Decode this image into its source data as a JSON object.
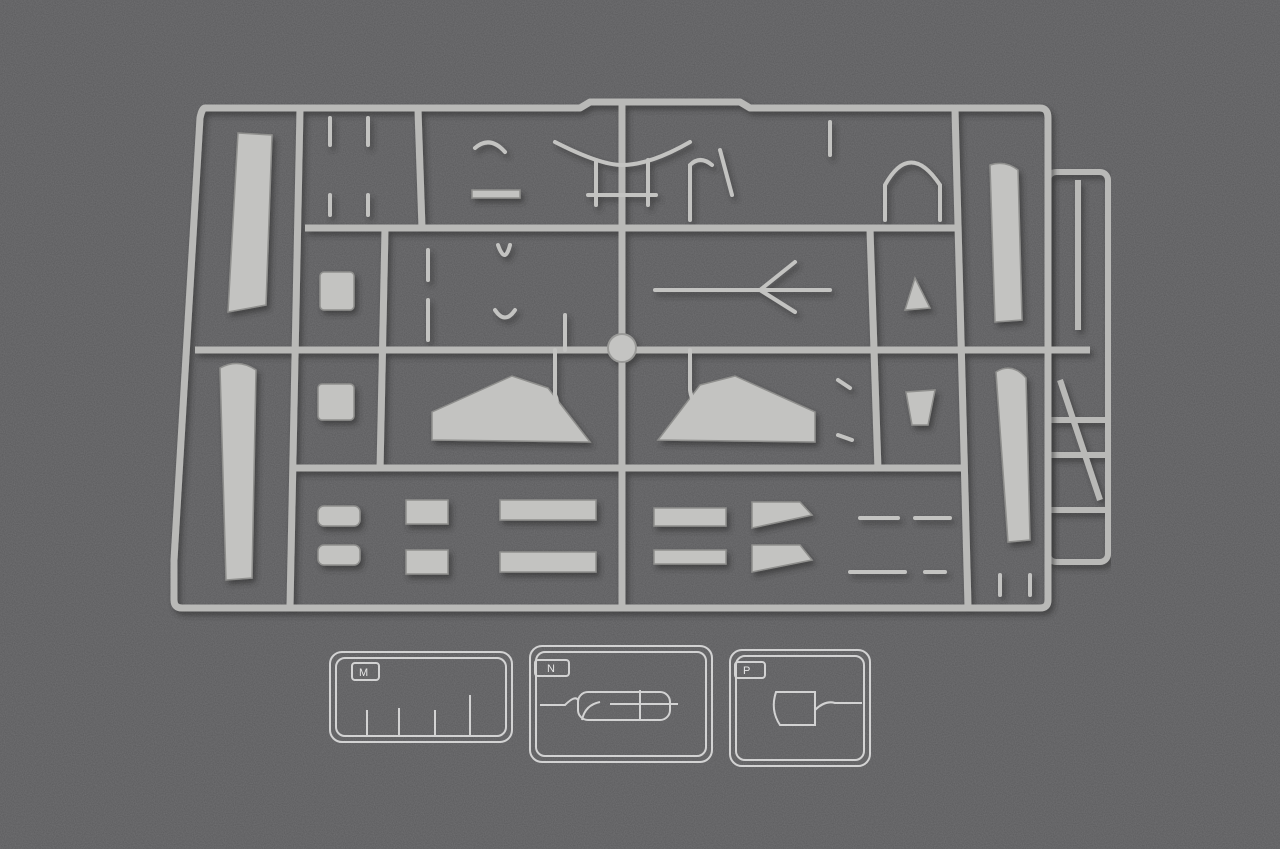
{
  "colors": {
    "background": "#58585a",
    "sprue_gray": "#b9b9b7",
    "sprue_shadow": "#8a8a88",
    "clear_plastic": "#e8e8e8"
  },
  "clear_sprues": [
    {
      "letter": "M"
    },
    {
      "letter": "N"
    },
    {
      "letter": "P"
    }
  ]
}
